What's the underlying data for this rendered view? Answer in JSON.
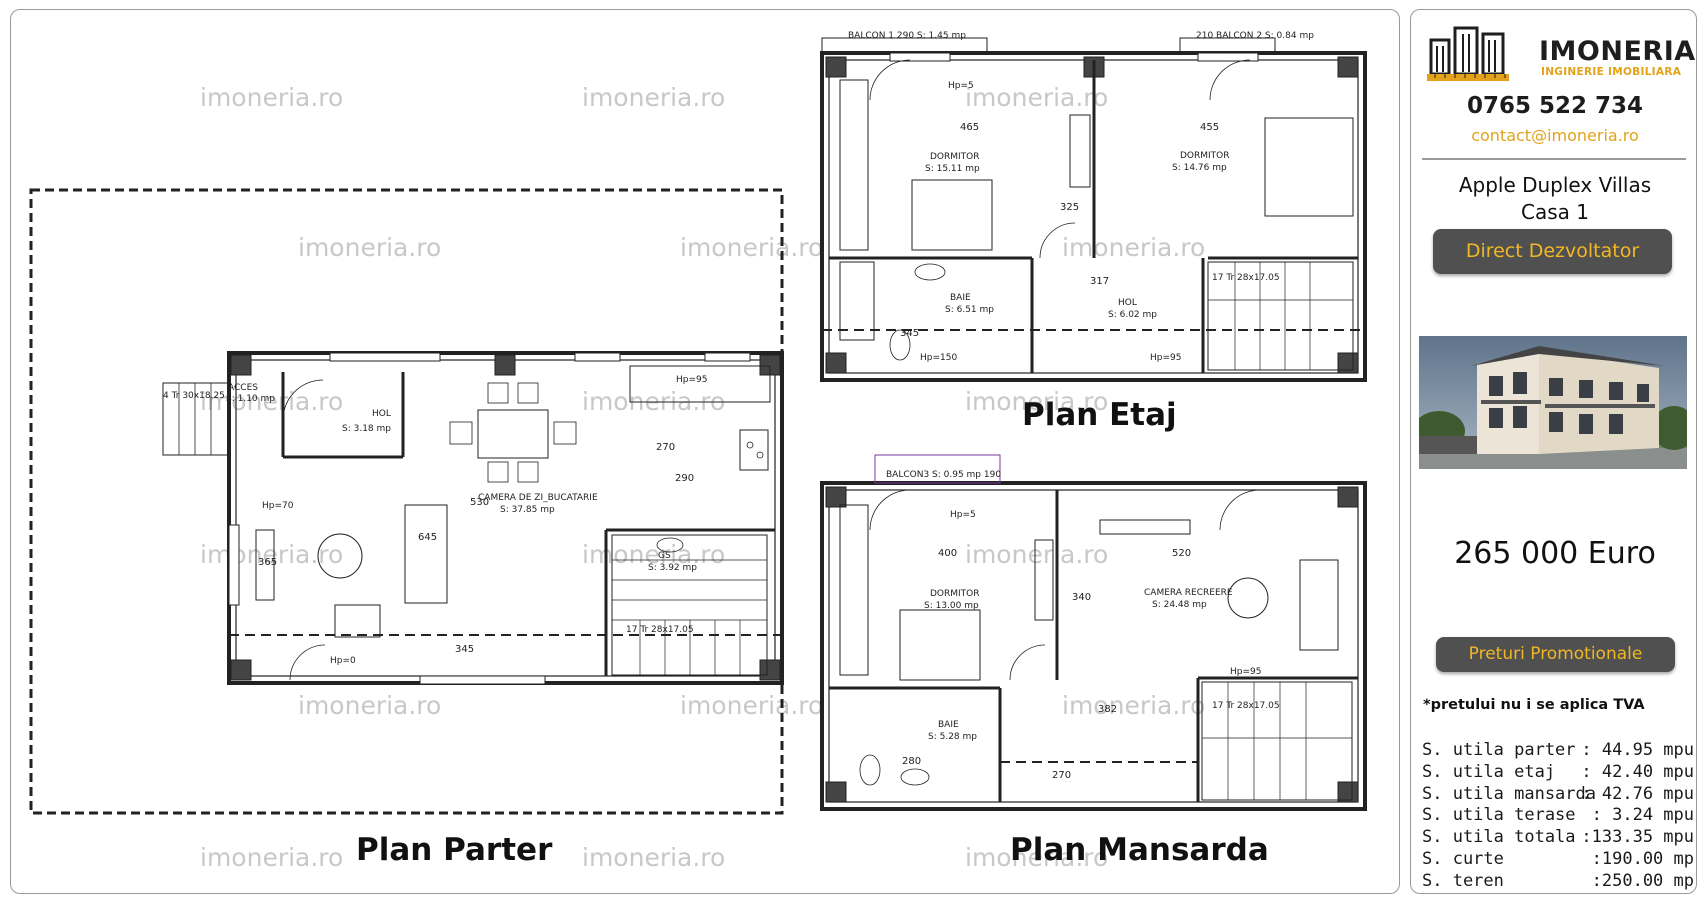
{
  "watermark": "imoneria.ro",
  "plans": {
    "parter": {
      "title": "Plan Parter",
      "rooms": [
        {
          "name": "ACCES",
          "area": "S: 1.10 mp"
        },
        {
          "name": "HOL",
          "area": "S: 3.18 mp"
        },
        {
          "name": "CAMERA DE ZI_BUCATARIE",
          "area": "S: 37.85 mp"
        },
        {
          "name": "GS",
          "area": "S: 3.92 mp"
        }
      ],
      "notes": [
        "4 Tr 30x18.25",
        "17 Tr 28x17.05",
        "Hp=70",
        "Hp=95",
        "Hp=0",
        "645",
        "530",
        "365",
        "345",
        "290",
        "270"
      ]
    },
    "etaj": {
      "title": "Plan Etaj",
      "balconies": [
        "BALCON 1 290 S: 1.45 mp",
        "210 BALCON 2 S: 0.84 mp"
      ],
      "rooms": [
        {
          "name": "DORMITOR",
          "area": "S: 15.11 mp"
        },
        {
          "name": "DORMITOR",
          "area": "S: 14.76 mp"
        },
        {
          "name": "BAIE",
          "area": "S: 6.51 mp"
        },
        {
          "name": "HOL",
          "area": "S: 6.02 mp"
        }
      ],
      "notes": [
        "465",
        "455",
        "325",
        "317",
        "345",
        "Hp=5",
        "Hp=150",
        "Hp=95",
        "17 Tr 28x17.05"
      ]
    },
    "mansarda": {
      "title": "Plan Mansarda",
      "balconies": [
        "BALCON3 S: 0.95 mp 190"
      ],
      "rooms": [
        {
          "name": "DORMITOR",
          "area": "S: 13.00 mp"
        },
        {
          "name": "CAMERA RECREERE",
          "area": "S: 24.48 mp"
        },
        {
          "name": "BAIE",
          "area": "S: 5.28 mp"
        }
      ],
      "notes": [
        "400",
        "520",
        "382",
        "340",
        "280",
        "270",
        "Hp=5",
        "Hp=95",
        "17 Tr 28x17.05"
      ]
    }
  },
  "sidebar": {
    "brand": {
      "name": "IMONERIA",
      "tagline": "INGINERIE IMOBILIARA"
    },
    "phone": "0765 522 734",
    "email": "contact@imoneria.ro",
    "project_line1": "Apple Duplex Villas",
    "project_line2": "Casa 1",
    "developer_button": "Direct Dezvoltator",
    "price": "265 000 Euro",
    "promo_button": "Preturi Promotionale",
    "vat_note": "*pretului nu i se aplica TVA",
    "stats": [
      {
        "label": "S. utila parter",
        "value": ":  44.95 mpu"
      },
      {
        "label": "S. utila etaj",
        "value": ":  42.40 mpu"
      },
      {
        "label": "S. utila mansarda",
        "value": ":  42.76 mpu"
      },
      {
        "label": "S. utila terase",
        "value": ":   3.24 mpu"
      },
      {
        "label": "S. utila totala",
        "value": ":133.35 mpu"
      },
      {
        "label": "S. curte",
        "value": ":190.00 mp"
      },
      {
        "label": "S. teren",
        "value": ":250.00 mp"
      }
    ],
    "colors": {
      "accent": "#e3a21a",
      "button_bg": "#505050",
      "button_text": "#f2b722"
    }
  }
}
